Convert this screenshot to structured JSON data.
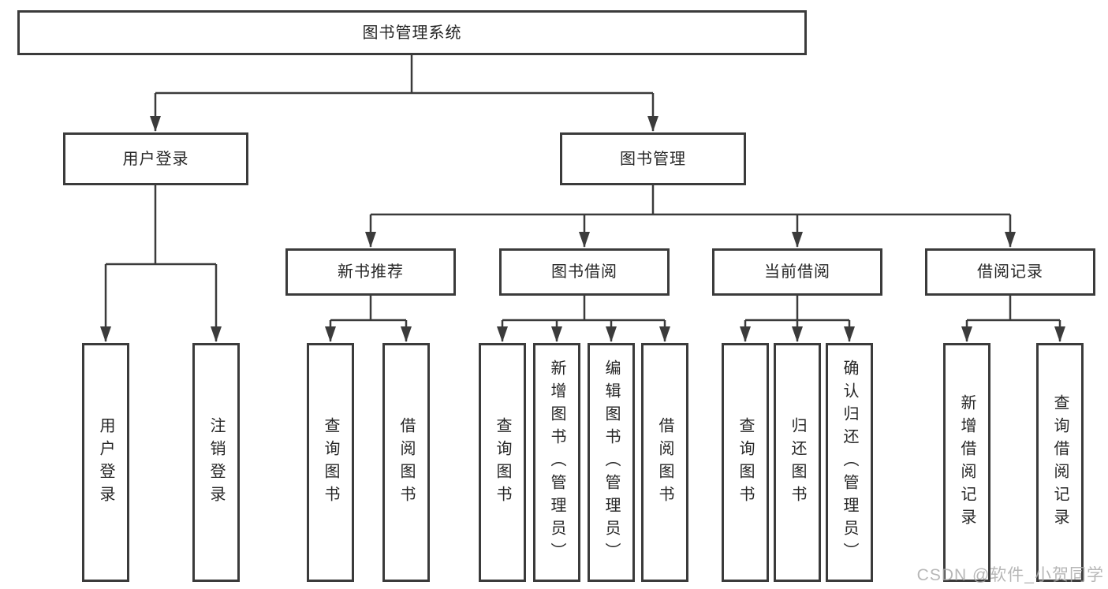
{
  "diagram": {
    "type": "hierarchy-tree",
    "title": "图书管理系统"
  },
  "tree": {
    "root": {
      "label": "图书管理系统",
      "children": [
        {
          "label": "用户登录",
          "children": [
            {
              "label": "用户登录"
            },
            {
              "label": "注销登录"
            }
          ]
        },
        {
          "label": "图书管理",
          "children": [
            {
              "label": "新书推荐",
              "children": [
                {
                  "label": "查询图书"
                },
                {
                  "label": "借阅图书"
                }
              ]
            },
            {
              "label": "图书借阅",
              "children": [
                {
                  "label": "查询图书"
                },
                {
                  "label": "新增图书（管理员）"
                },
                {
                  "label": "编辑图书（管理员）"
                },
                {
                  "label": "借阅图书"
                }
              ]
            },
            {
              "label": "当前借阅",
              "children": [
                {
                  "label": "查询图书"
                },
                {
                  "label": "归还图书"
                },
                {
                  "label": "确认归还（管理员）"
                }
              ]
            },
            {
              "label": "借阅记录",
              "children": [
                {
                  "label": "新增借阅记录"
                },
                {
                  "label": "查询借阅记录"
                }
              ]
            }
          ]
        }
      ]
    }
  },
  "watermark": {
    "text": "CSDN @软件_小贺同学"
  },
  "colors": {
    "line": "#3b3b3b",
    "box_border": "#3b3b3b",
    "box_fill": "#ffffff",
    "text": "#262626",
    "watermark": "#ababab"
  }
}
